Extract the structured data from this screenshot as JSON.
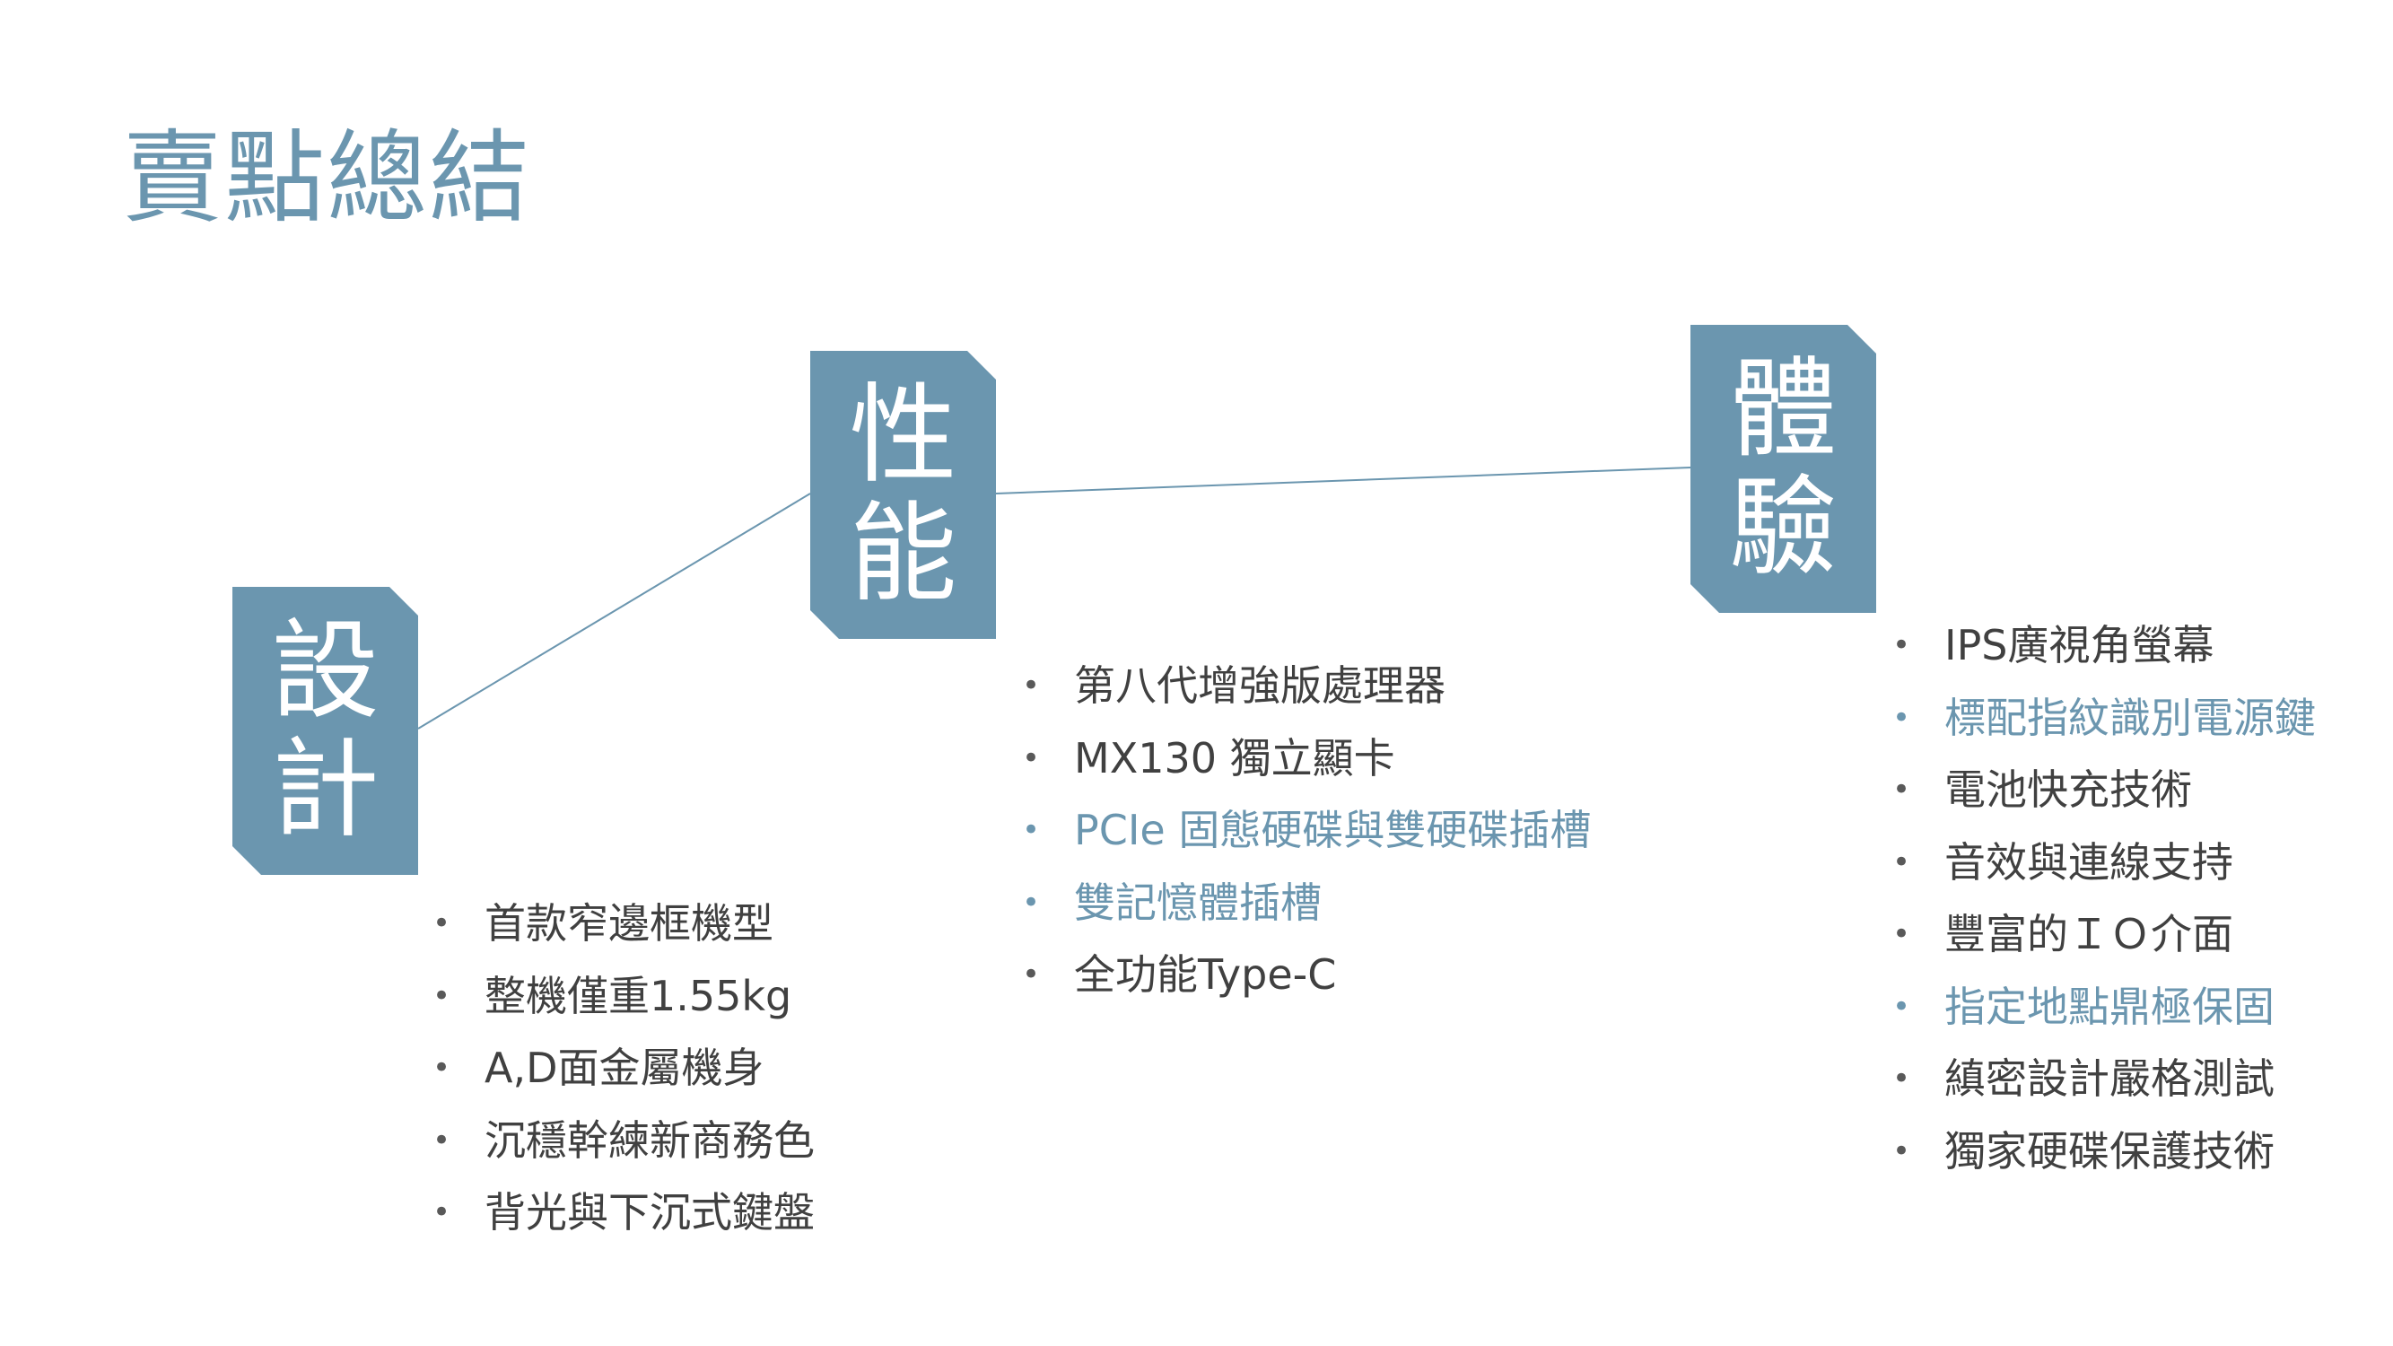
{
  "slide": {
    "title": "賣點總結"
  },
  "colors": {
    "accent": "#6b96af",
    "text": "#404040",
    "background": "#ffffff"
  },
  "pillars": {
    "design": {
      "chars": [
        "設",
        "計"
      ],
      "items": [
        {
          "text": "首款窄邊框機型",
          "accent": false
        },
        {
          "text": "整機僅重1.55kg",
          "accent": false
        },
        {
          "text": "A,D面金屬機身",
          "accent": false
        },
        {
          "text": "沉穩幹練新商務色",
          "accent": false
        },
        {
          "text": "背光與下沉式鍵盤",
          "accent": false
        }
      ]
    },
    "performance": {
      "chars": [
        "性",
        "能"
      ],
      "items": [
        {
          "text": "第八代增強版處理器",
          "accent": false
        },
        {
          "text": "MX130 獨立顯卡",
          "accent": false
        },
        {
          "text": "PCIe 固態硬碟與雙硬碟插槽",
          "accent": true
        },
        {
          "text": "雙記憶體插槽",
          "accent": true
        },
        {
          "text": "全功能Type-C",
          "accent": false
        }
      ]
    },
    "experience": {
      "chars": [
        "體",
        "驗"
      ],
      "items": [
        {
          "text": "IPS廣視角螢幕",
          "accent": false
        },
        {
          "text": "標配指紋識別電源鍵",
          "accent": true
        },
        {
          "text": "電池快充技術",
          "accent": false
        },
        {
          "text": "音效與連線支持",
          "accent": false
        },
        {
          "text": "豐富的ＩＯ介面",
          "accent": false
        },
        {
          "text": "指定地點鼎極保固",
          "accent": true
        },
        {
          "text": "縝密設計嚴格測試",
          "accent": false
        },
        {
          "text": "獨家硬碟保護技術",
          "accent": false
        }
      ]
    }
  }
}
